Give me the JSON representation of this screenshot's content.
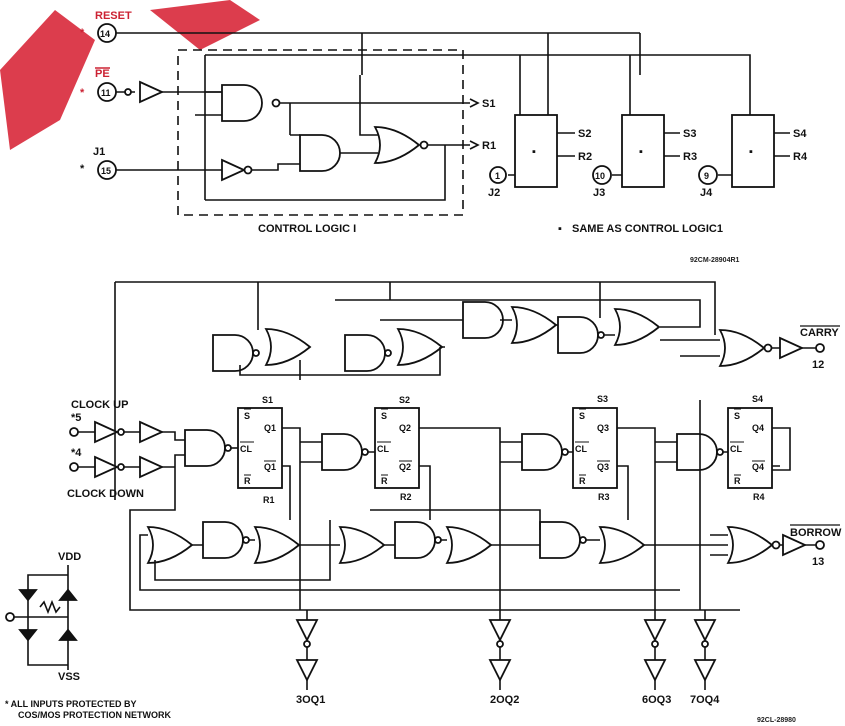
{
  "control": {
    "reset_label": "RESET",
    "pe_label": "PE",
    "j1_label": "J1",
    "pin_reset": "14",
    "pin_pe": "11",
    "pin_j1": "15",
    "s1": "S1",
    "r1": "R1",
    "block_title": "CONTROL LOGIC I",
    "star": "*"
  },
  "repeat_blocks": {
    "block_mark": "▪",
    "items": [
      {
        "s": "S2",
        "r": "R2",
        "j": "J2",
        "pin": "1"
      },
      {
        "s": "S3",
        "r": "R3",
        "j": "J3",
        "pin": "10"
      },
      {
        "s": "S4",
        "r": "R4",
        "j": "J4",
        "pin": "9"
      }
    ],
    "note": "SAME AS CONTROL LOGIC1",
    "note_mark": "▪"
  },
  "figure_ids": {
    "upper": "92CM-28904R1",
    "lower": "92CL-28980"
  },
  "clock": {
    "up_label": "CLOCK UP",
    "up_pin": "*5",
    "down_label": "CLOCK DOWN",
    "down_pin": "*4"
  },
  "flipflops": [
    {
      "s": "S1",
      "s_bar": "S",
      "cl": "CL",
      "q": "Q1",
      "qbar": "Q1",
      "r": "R",
      "rlabel": "R1"
    },
    {
      "s": "S2",
      "s_bar": "S",
      "cl": "CL",
      "q": "Q2",
      "qbar": "Q2",
      "r": "R",
      "rlabel": "R2"
    },
    {
      "s": "S3",
      "s_bar": "S",
      "cl": "CL",
      "q": "Q3",
      "qbar": "Q3",
      "r": "R",
      "rlabel": "R3"
    },
    {
      "s": "S4",
      "s_bar": "S",
      "cl": "CL",
      "q": "Q4",
      "qbar": "Q4",
      "r": "R",
      "rlabel": "R4"
    }
  ],
  "carry": {
    "label": "CARRY",
    "pin": "12"
  },
  "borrow": {
    "label": "BORROW",
    "pin": "13"
  },
  "outputs": [
    {
      "label": "3OQ1"
    },
    {
      "label": "2OQ2"
    },
    {
      "label": "6OQ3"
    },
    {
      "label": "7OQ4"
    }
  ],
  "protection": {
    "vdd": "VDD",
    "vss": "VSS",
    "note_line1": "* ALL INPUTS PROTECTED BY",
    "note_line2": "COS/MOS PROTECTION NETWORK"
  },
  "watermark": {
    "color": "#d8283a"
  }
}
